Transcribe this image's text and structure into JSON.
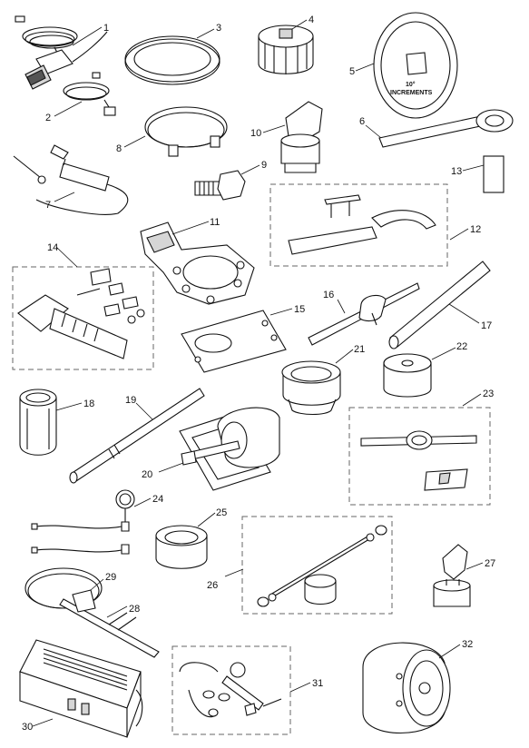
{
  "callouts": [
    "1",
    "2",
    "3",
    "4",
    "5",
    "6",
    "7",
    "8",
    "9",
    "10",
    "11",
    "12",
    "13",
    "14",
    "15",
    "16",
    "17",
    "18",
    "19",
    "20",
    "21",
    "22",
    "23",
    "24",
    "25",
    "26",
    "27",
    "28",
    "29",
    "30",
    "31",
    "32"
  ],
  "dial_text": {
    "degrees": "10°",
    "word": "INCREMENTS"
  }
}
